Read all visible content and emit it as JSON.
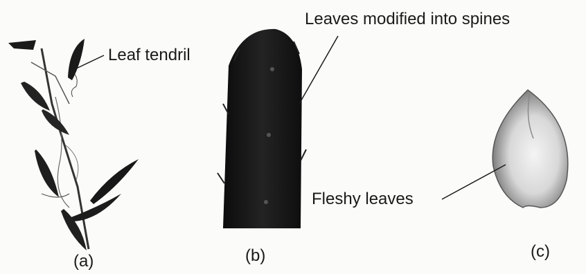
{
  "labels": {
    "leaf_tendril": "Leaf tendril",
    "spines": "Leaves modified into spines",
    "fleshy": "Fleshy leaves"
  },
  "captions": {
    "a": "(a)",
    "b": "(b)",
    "c": "(c)"
  },
  "colors": {
    "ink": "#1a1a1a",
    "stem_dark": "#151515",
    "bulb_light": "#eeeeee"
  }
}
